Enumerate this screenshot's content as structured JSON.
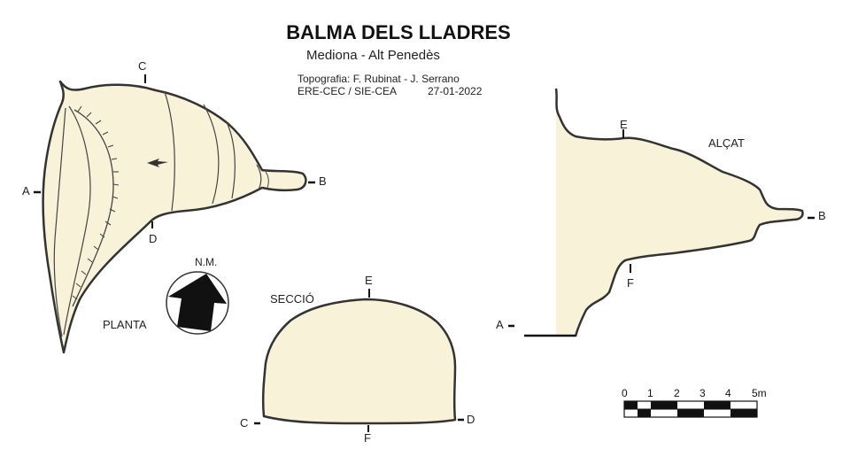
{
  "title": "BALMA DELS LLADRES",
  "subtitle": "Mediona - Alt Penedès",
  "credits": "Topografia: F. Rubinat - J. Serrano",
  "organization": "ERE-CEC / SIE-CEA",
  "date": "27-01-2022",
  "views": {
    "plan": "PLANTA",
    "section": "SECCIÓ",
    "elevation": "ALÇAT"
  },
  "north_label": "N.M.",
  "points": {
    "a": "A",
    "b": "B",
    "c": "C",
    "d": "D",
    "e": "E",
    "f": "F"
  },
  "scale_bar": {
    "ticks": [
      "0",
      "1",
      "2",
      "3",
      "4",
      "5m"
    ]
  },
  "colors": {
    "fill": "#f8f2d8",
    "outline": "#333333",
    "arrow": "#111111"
  }
}
